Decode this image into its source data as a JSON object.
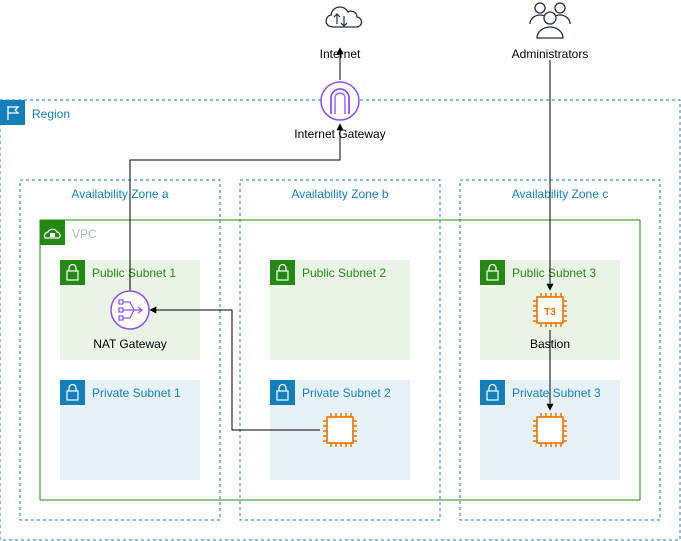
{
  "external": {
    "internet_label": "Internet",
    "administrators_label": "Administrators",
    "internet_gateway_label": "Internet Gateway"
  },
  "region": {
    "label": "Region"
  },
  "zones": [
    {
      "label": "Availability Zone a"
    },
    {
      "label": "Availability Zone b"
    },
    {
      "label": "Availability Zone c"
    }
  ],
  "vpc": {
    "label": "VPC"
  },
  "public_subnets": [
    {
      "label": "Public Subnet 1"
    },
    {
      "label": "Public Subnet 2"
    },
    {
      "label": "Public Subnet 3"
    }
  ],
  "private_subnets": [
    {
      "label": "Private Subnet 1"
    },
    {
      "label": "Private Subnet 2"
    },
    {
      "label": "Private Subnet 3"
    }
  ],
  "nodes": {
    "nat_gateway_label": "NAT Gateway",
    "bastion_label": "Bastion",
    "bastion_chip_text": "T3"
  },
  "colors": {
    "region": "#147EBA",
    "vpc": "#248814",
    "public_subnet_fill": "#E9F3E6",
    "private_subnet_fill": "#E6F2F8",
    "purple": "#8C4FFF",
    "orange": "#ED7100",
    "vpc_label": "#AAB7B8"
  }
}
